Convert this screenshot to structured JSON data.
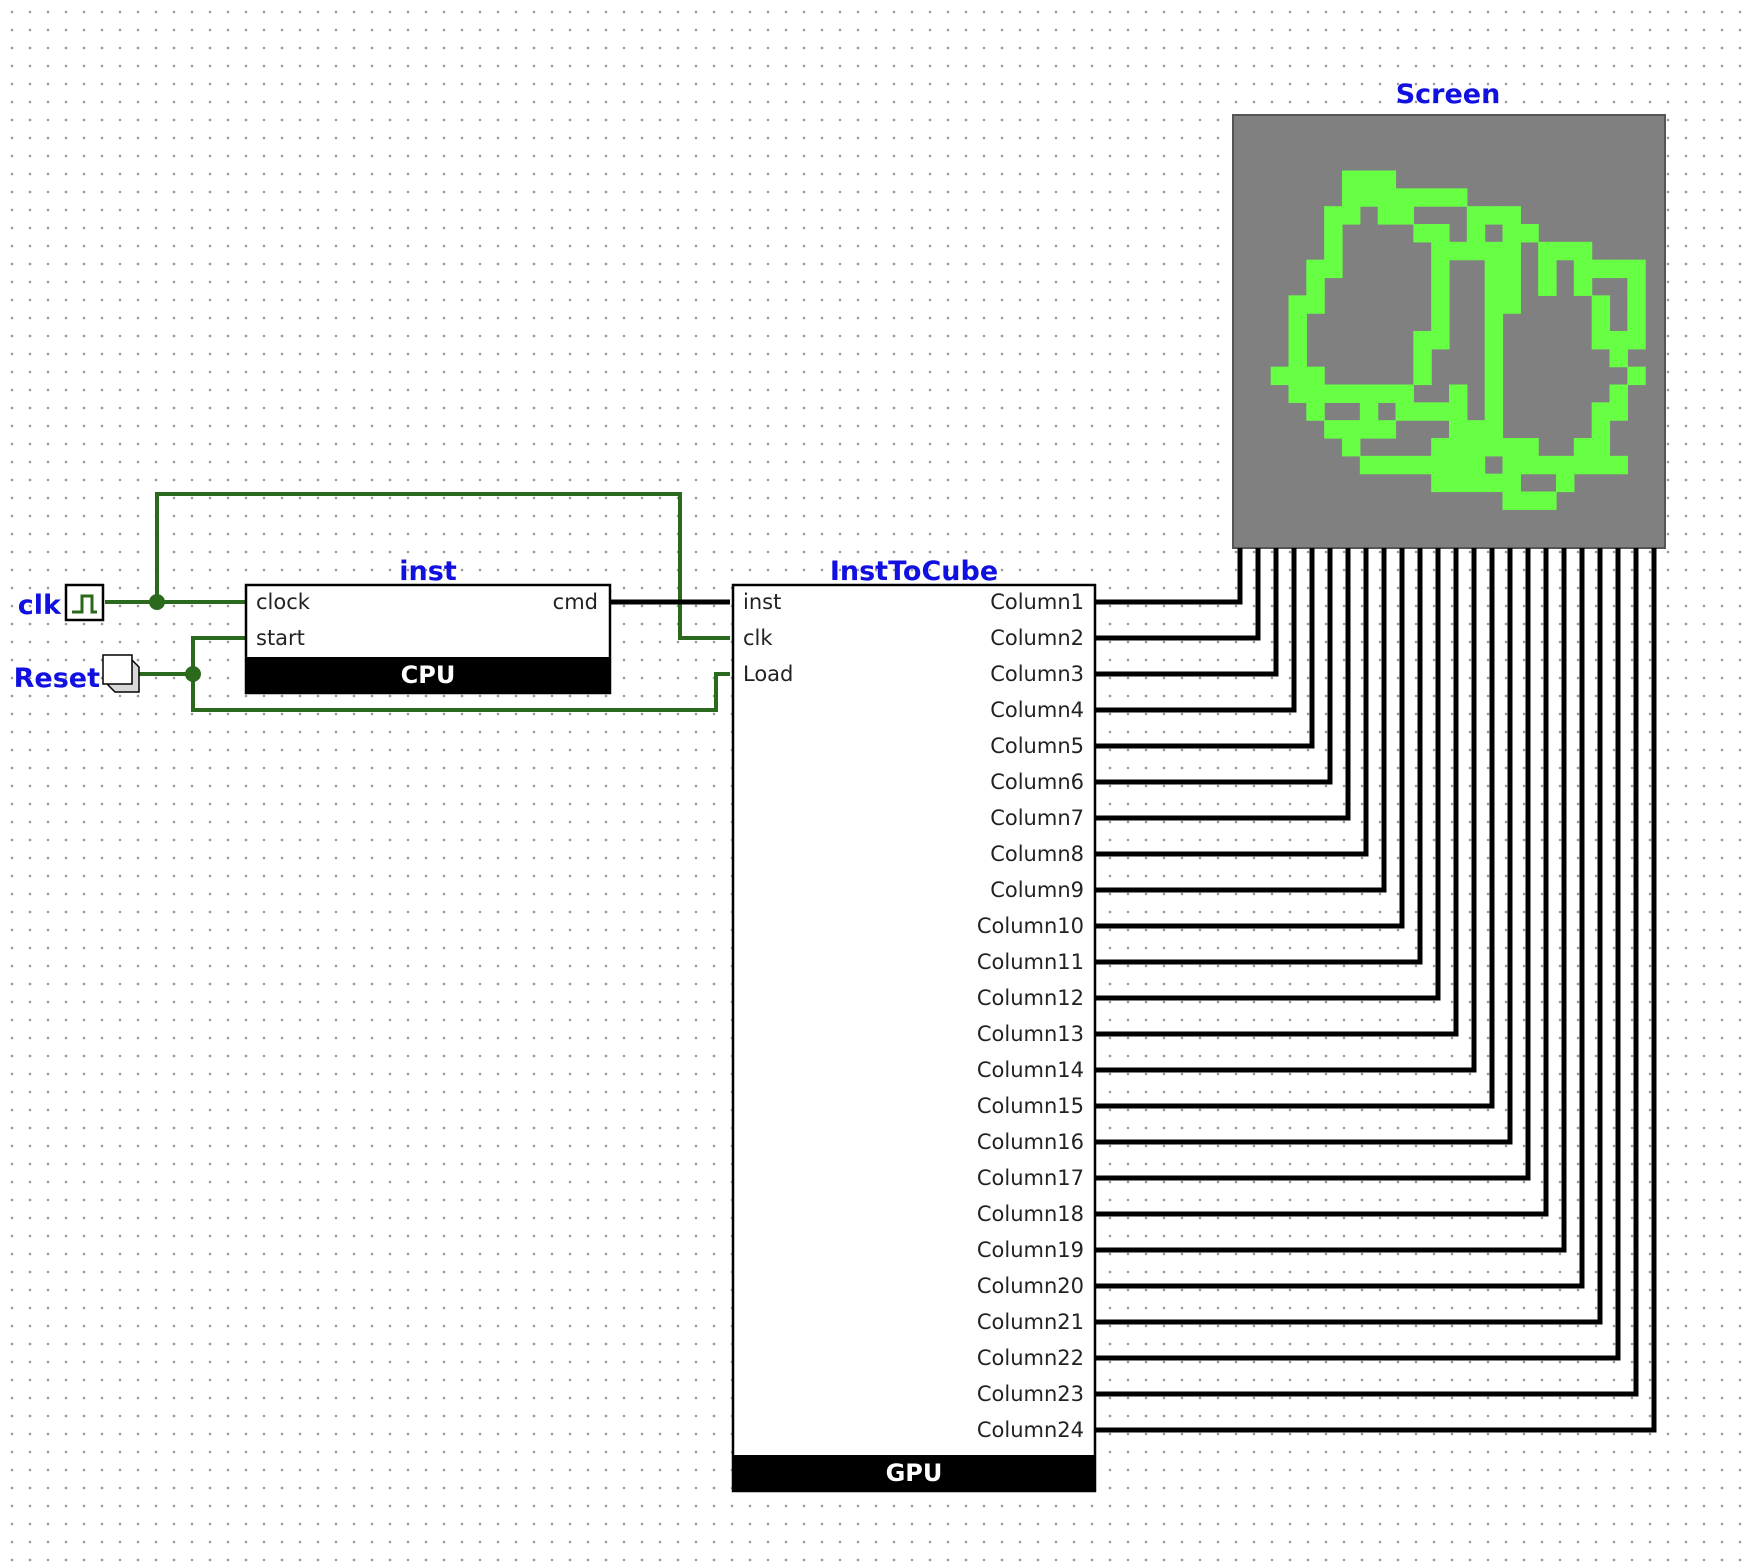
{
  "labels": {
    "screen": "Screen",
    "inst": "inst",
    "insttocube": "InstToCube",
    "clk": "clk",
    "reset": "Reset"
  },
  "cpu": {
    "type_label": "CPU",
    "ports_in": [
      "clock",
      "start"
    ],
    "port_out": "cmd"
  },
  "gpu": {
    "type_label": "GPU",
    "ports_in": [
      "inst",
      "clk",
      "Load"
    ],
    "columns": [
      "Column1",
      "Column2",
      "Column3",
      "Column4",
      "Column5",
      "Column6",
      "Column7",
      "Column8",
      "Column9",
      "Column10",
      "Column11",
      "Column12",
      "Column13",
      "Column14",
      "Column15",
      "Column16",
      "Column17",
      "Column18",
      "Column19",
      "Column20",
      "Column21",
      "Column22",
      "Column23",
      "Column24"
    ]
  },
  "colors": {
    "wire_active": "#2b6a1c",
    "wire_bus": "#000000",
    "label": "#1010e0",
    "screen_bg": "#808080",
    "pixel_on": "#66ff44"
  },
  "screen": {
    "grid": 24,
    "pixels": [
      "........................",
      "........................",
      "........................",
      "......###...............",
      "......#######...........",
      ".....##.##...###........",
      ".....#....##.#.##.......",
      ".....#.....#####.###....",
      "....##.....#..##.#.####.",
      "....#......#..##.#.#..#.",
      "...##......#..##....#.#.",
      "...#.......#..#.....#.#.",
      "...#......##..#.....###.",
      "...#......#...#......#..",
      "..###.....#...#.......#.",
      "...#######..#.#......#..",
      "....#..#.####.#.....##..",
      ".....####...###.....#...",
      "......#....######..##...",
      ".......#######.#######..",
      "...........#####..#.....",
      "...............###......",
      "........................",
      "........................"
    ]
  }
}
